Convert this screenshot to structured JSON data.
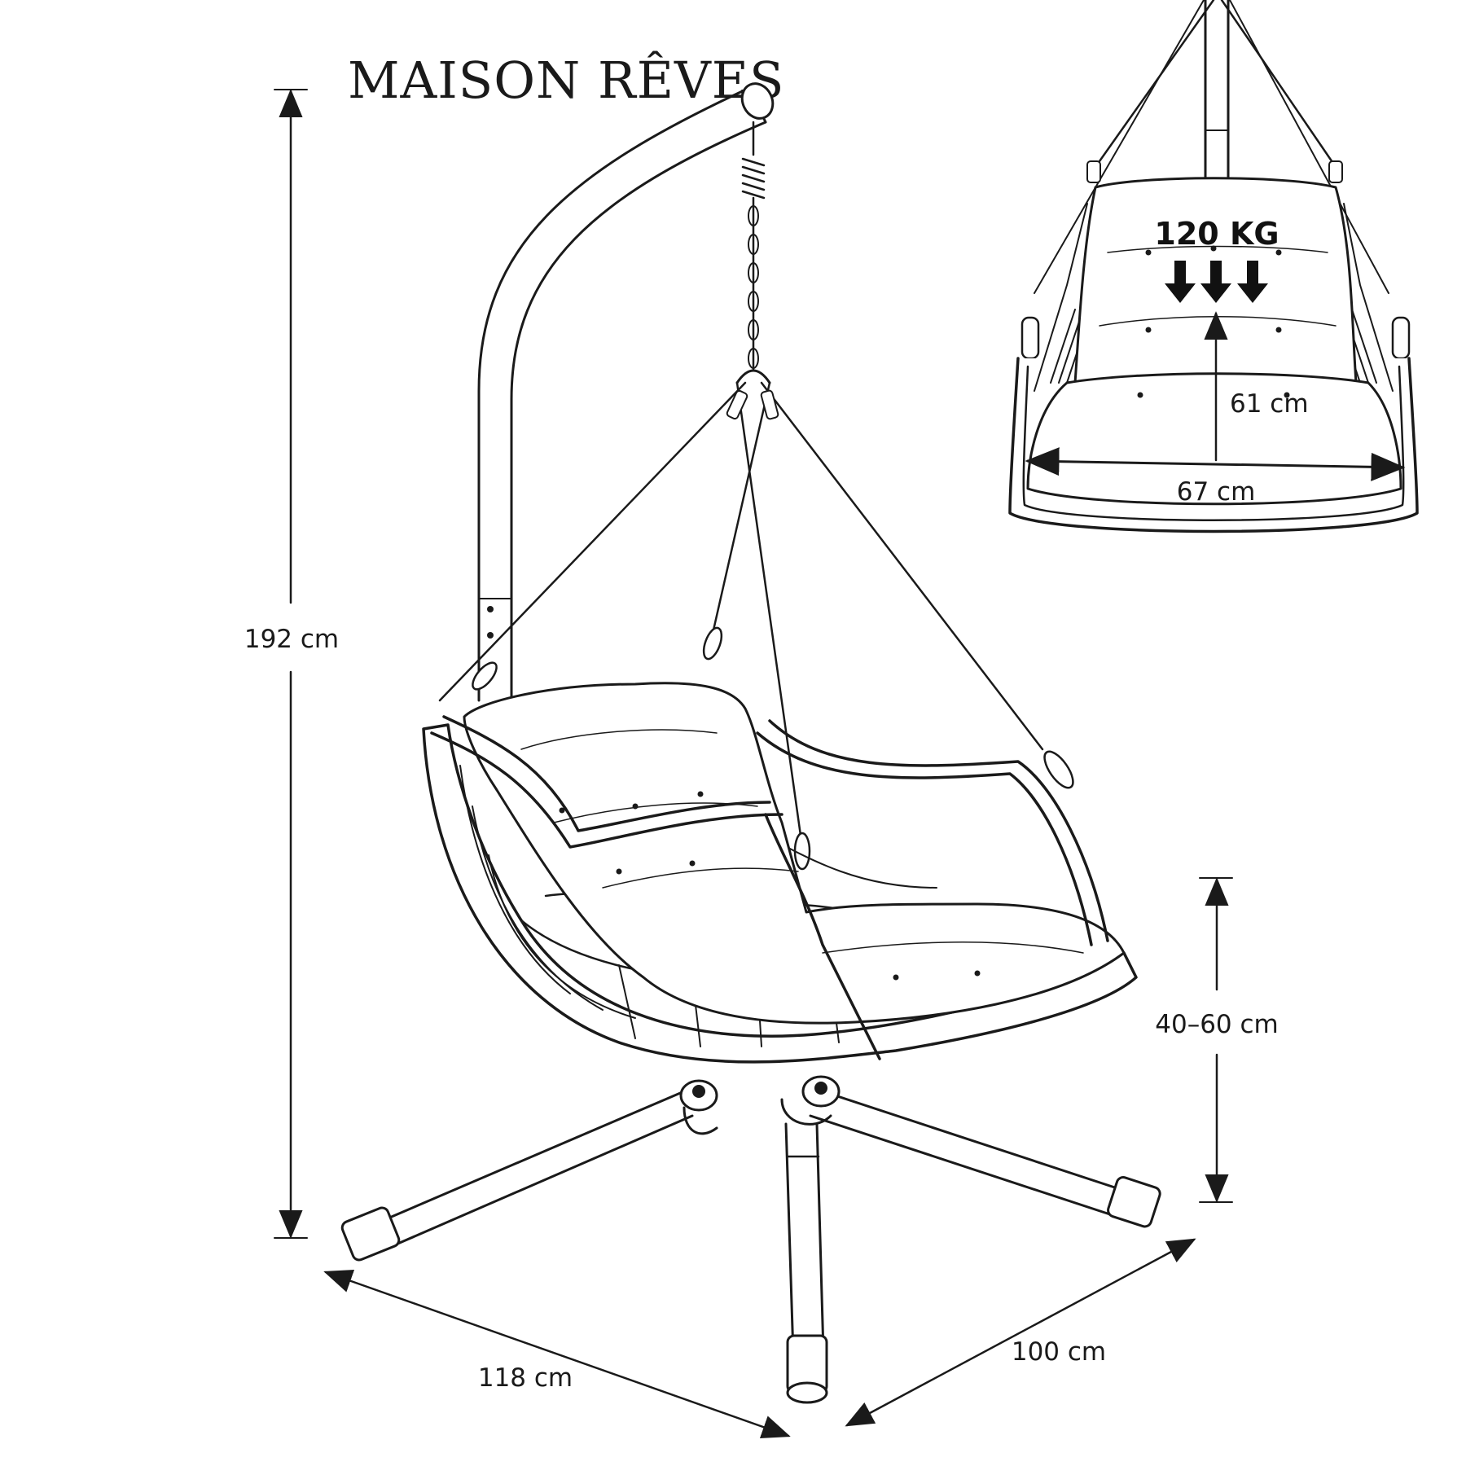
{
  "brand": {
    "name": "MAISON RÊVES"
  },
  "dimensions": {
    "total_height": "192 cm",
    "seat_height": "40–60 cm",
    "base_width": "118 cm",
    "base_depth": "100 cm"
  },
  "detail_view": {
    "max_load": "120 KG",
    "seat_depth": "61 cm",
    "seat_width": "67 cm"
  },
  "colors": {
    "ink": "#1a1a1a",
    "paper": "#ffffff"
  }
}
